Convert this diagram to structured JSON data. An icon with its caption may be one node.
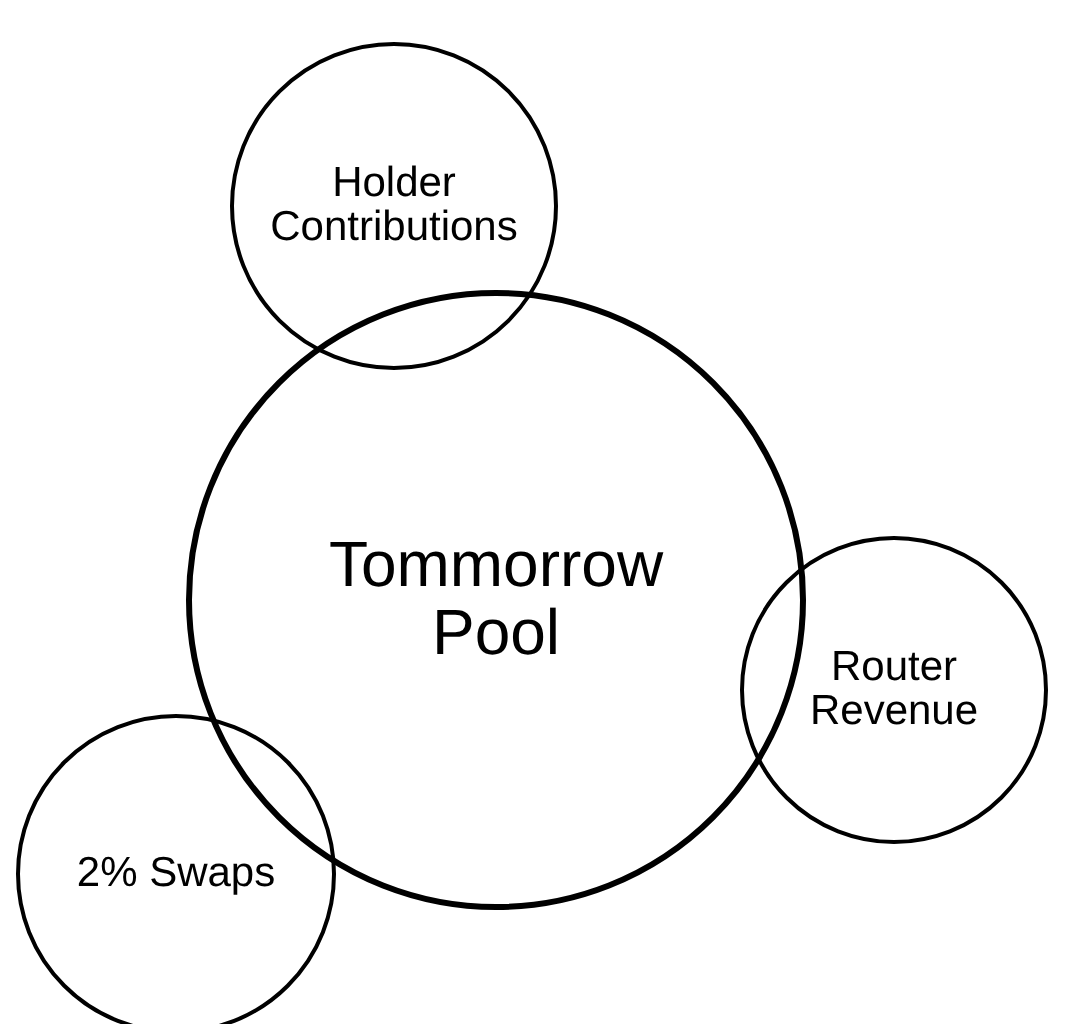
{
  "diagram": {
    "nodes": [
      {
        "text": [
          "Holder Contributions"
        ]
      },
      {
        "text": [
          "Tommorrow Pool"
        ]
      },
      {
        "text": [
          "Router Revenue"
        ]
      },
      {
        "text": [
          "2% Swaps"
        ]
      }
    ]
  }
}
